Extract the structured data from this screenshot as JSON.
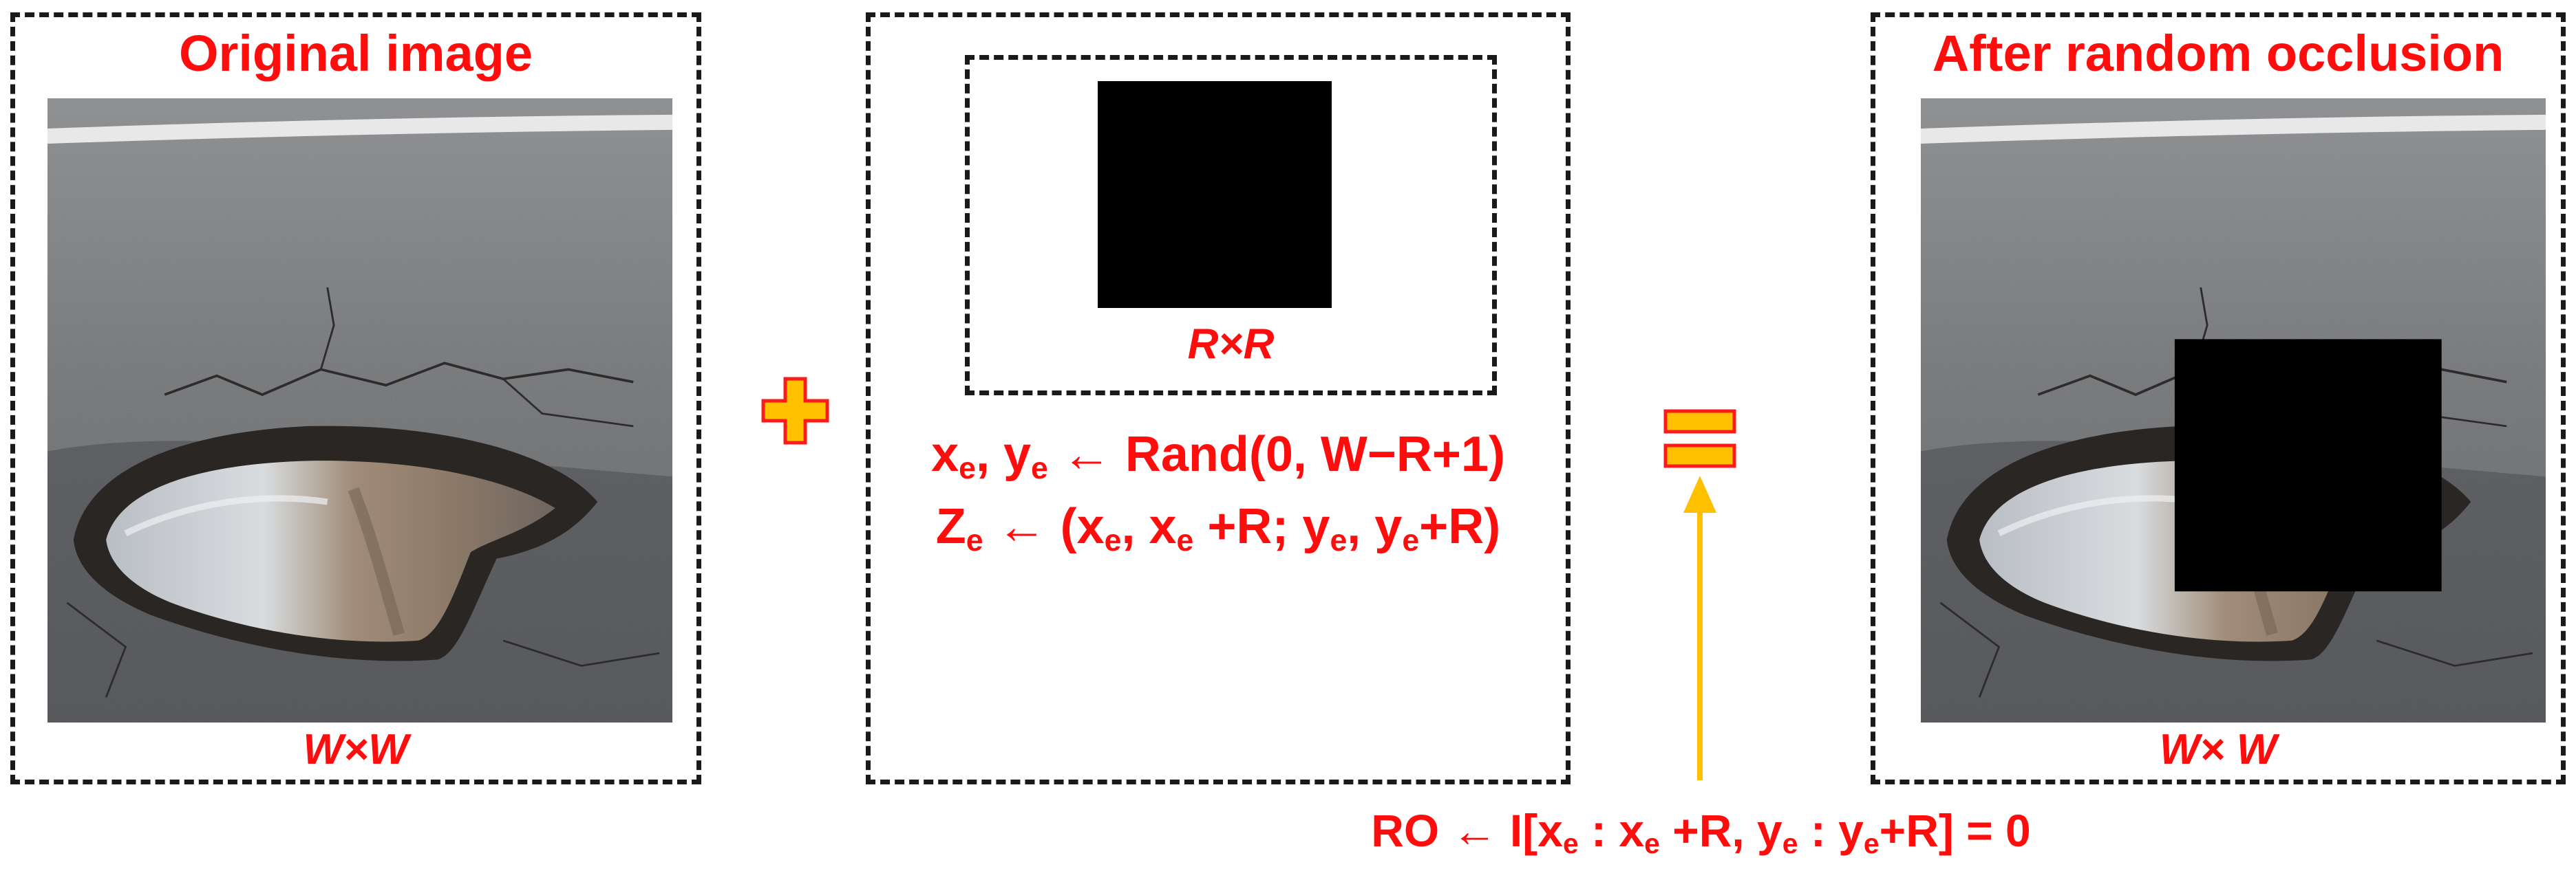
{
  "left_panel": {
    "title": "Original image",
    "size_label": "W×W",
    "image_description": "asphalt road with water-filled pothole"
  },
  "middle_panel": {
    "mask_size_label": "R×R",
    "formula_1": {
      "a": "x",
      "a_sub": "e",
      "sep": ", ",
      "b": "y",
      "b_sub": "e",
      "rest": " ← Rand(0, W−R+1)"
    },
    "formula_2": {
      "lhs": "Z",
      "lhs_sub": "e",
      "p1": " ← (x",
      "s1": "e",
      "p2": ", x",
      "s2": "e",
      "p3": " +R; y",
      "s3": "e",
      "p4": ", y",
      "s4": "e",
      "p5": "+R)"
    }
  },
  "right_panel": {
    "title": "After random occlusion",
    "size_label": "W× W"
  },
  "operators": {
    "plus": "+",
    "equals": "="
  },
  "bottom_formula": {
    "p1": "RO ← I[x",
    "s1": "e",
    "p2": " : x",
    "s2": "e",
    "p3": " +R, y",
    "s3": "e",
    "p4": " : y",
    "s4": "e",
    "p5": "+R] = 0"
  },
  "colors": {
    "text_red": "#ff0d0d",
    "operator_fill": "#ffc000",
    "operator_stroke": "#ff1a1a",
    "arrow": "#ffc000",
    "mask": "#000000",
    "border": "#1a1a1a"
  }
}
